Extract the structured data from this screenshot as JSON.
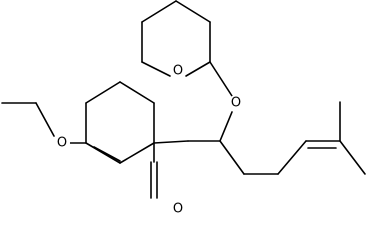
{
  "diagram": {
    "type": "skeletal-structure",
    "atoms": [
      {
        "id": "o_ring",
        "label": "O"
      },
      {
        "id": "o_ether",
        "label": "O"
      },
      {
        "id": "o_ethoxy",
        "label": "O"
      },
      {
        "id": "o_ketone",
        "label": "O"
      }
    ]
  },
  "colors": {
    "bond": "#000000",
    "background": "#ffffff"
  }
}
